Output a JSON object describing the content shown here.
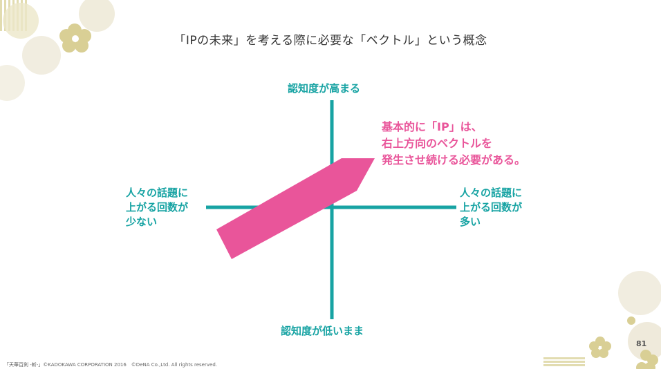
{
  "title": "「IPの未来」を考える際に必要な「ベクトル」という概念",
  "axes": {
    "top": "認知度が高まる",
    "bottom": "認知度が低いまま",
    "left": [
      "人々の話題に",
      "上がる回数が",
      "少ない"
    ],
    "right": [
      "人々の話題に",
      "上がる回数が",
      "多い"
    ]
  },
  "callout": [
    "基本的に「IP」は、",
    "右上方向のベクトルを",
    "発生させ続ける必要がある。"
  ],
  "footer": "「天華百剣 -斬-」©KADOKAWA CORPORATION 2016　©DeNA Co.,Ltd. All rights reserved.",
  "page_number": "81",
  "colors": {
    "axis": "#17a3a3",
    "vector": "#e9559a",
    "deco": "#e2dcb0"
  }
}
